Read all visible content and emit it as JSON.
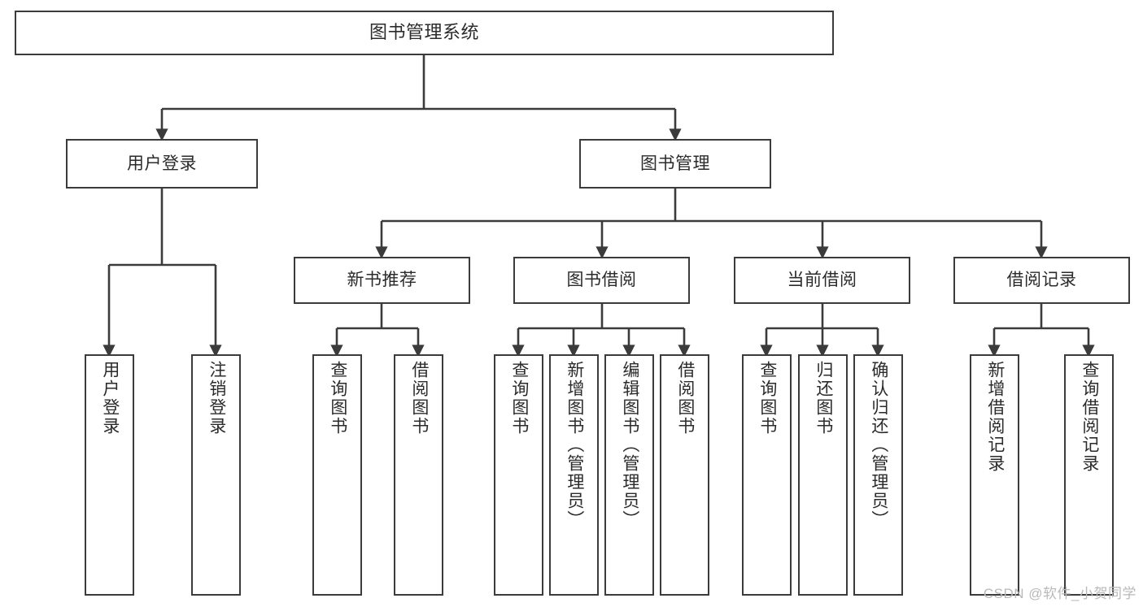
{
  "diagram": {
    "title": "图书管理系统",
    "watermark": "CSDN @软件_小贺同学",
    "colors": {
      "stroke": "#3b3b3b",
      "background": "#ffffff",
      "text": "#2b2b2b",
      "watermark": "#b9b9b9"
    },
    "levels": {
      "root": {
        "label": "图书管理系统"
      },
      "level2": [
        {
          "id": "user-login",
          "label": "用户登录"
        },
        {
          "id": "book-management",
          "label": "图书管理"
        }
      ],
      "level3": [
        {
          "id": "new-book-recommend",
          "label": "新书推荐",
          "parent": "book-management"
        },
        {
          "id": "book-borrow",
          "label": "图书借阅",
          "parent": "book-management"
        },
        {
          "id": "current-borrow",
          "label": "当前借阅",
          "parent": "book-management"
        },
        {
          "id": "borrow-record",
          "label": "借阅记录",
          "parent": "book-management"
        }
      ],
      "leaves": {
        "user_login": [
          {
            "id": "leaf-user-login",
            "label": "用户登录"
          },
          {
            "id": "leaf-logout",
            "label": "注销登录"
          }
        ],
        "new_book_recommend": [
          {
            "id": "leaf-query-book-1",
            "label": "查询图书"
          },
          {
            "id": "leaf-borrow-book-1",
            "label": "借阅图书"
          }
        ],
        "book_borrow": [
          {
            "id": "leaf-query-book-2",
            "label": "查询图书"
          },
          {
            "id": "leaf-add-book",
            "label": "新增图书（管理员）"
          },
          {
            "id": "leaf-edit-book",
            "label": "编辑图书（管理员）"
          },
          {
            "id": "leaf-borrow-book-2",
            "label": "借阅图书"
          }
        ],
        "current_borrow": [
          {
            "id": "leaf-query-book-3",
            "label": "查询图书"
          },
          {
            "id": "leaf-return-book",
            "label": "归还图书"
          },
          {
            "id": "leaf-confirm-return",
            "label": "确认归还（管理员）"
          }
        ],
        "borrow_record": [
          {
            "id": "leaf-add-record",
            "label": "新增借阅记录"
          },
          {
            "id": "leaf-query-record",
            "label": "查询借阅记录"
          }
        ]
      }
    }
  }
}
